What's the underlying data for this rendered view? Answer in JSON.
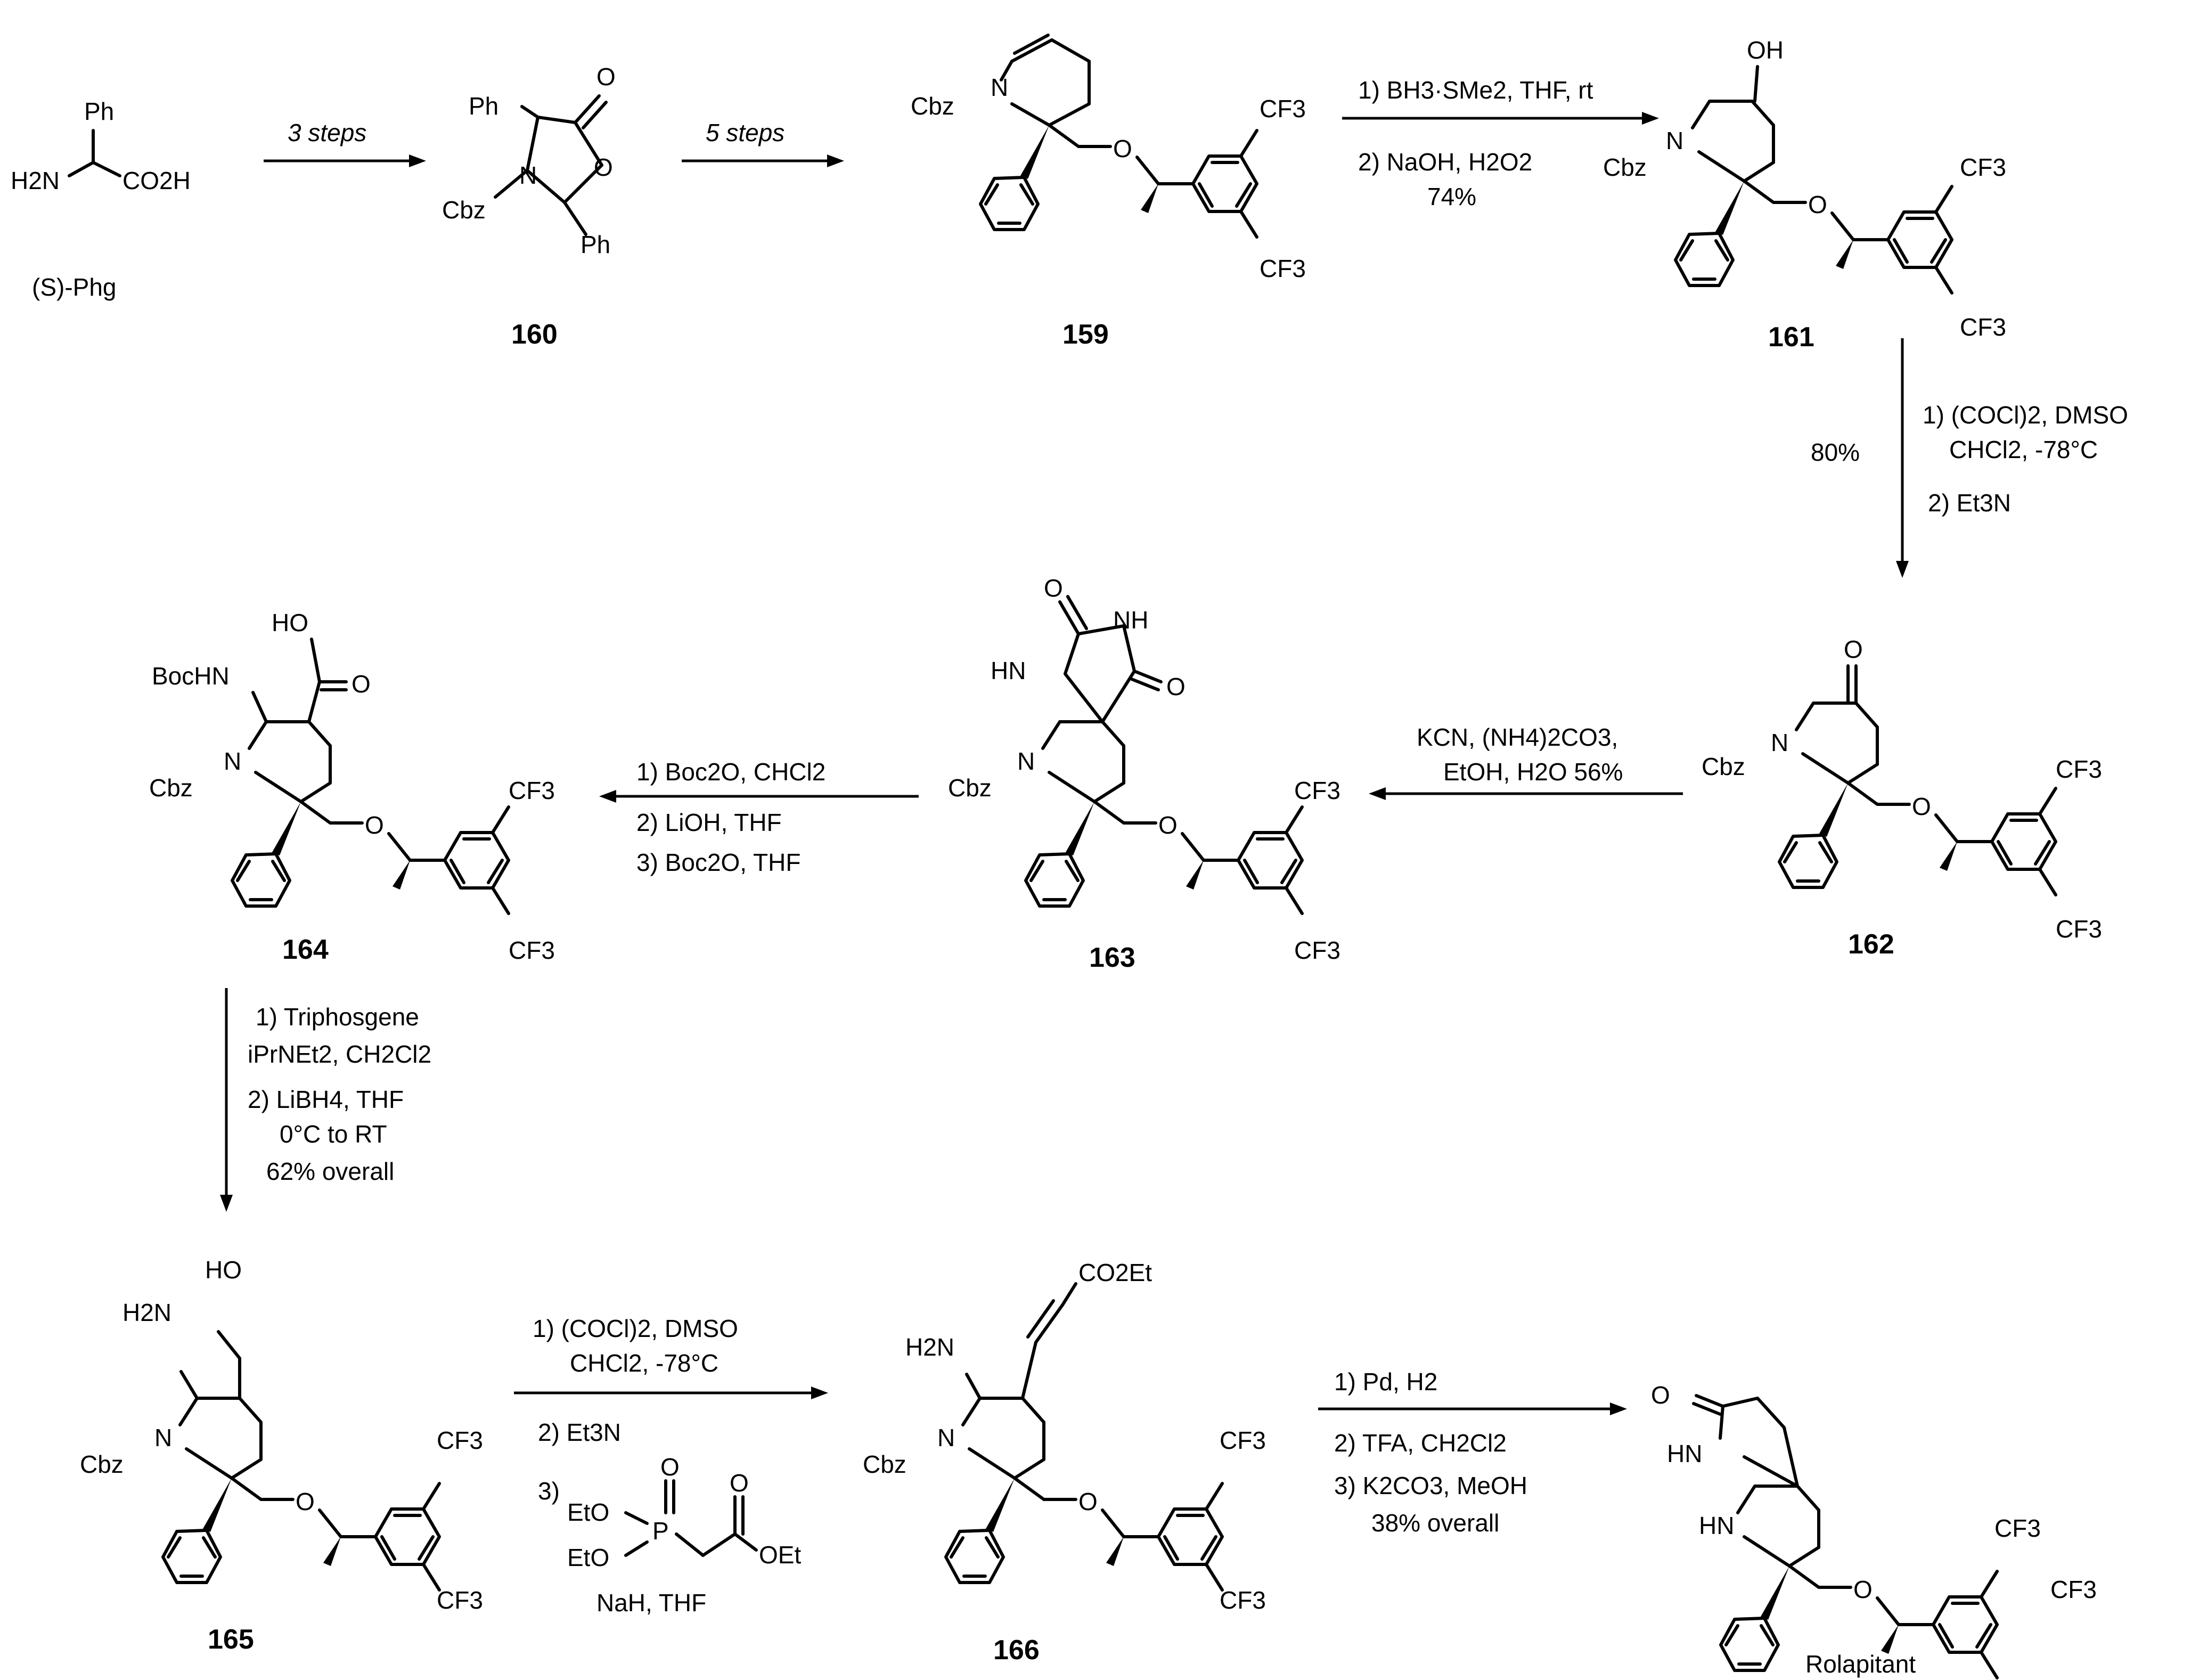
{
  "compounds": {
    "phg": {
      "atoms": [
        "Ph",
        "H2N",
        "CO2H"
      ],
      "name": "(S)-Phg"
    },
    "c160": {
      "atoms": [
        "O",
        "O",
        "N",
        "Ph",
        "Ph",
        "Cbz"
      ],
      "number": "160"
    },
    "c159": {
      "atoms": [
        "N",
        "Cbz",
        "O",
        "CF3",
        "CF3"
      ],
      "number": "159"
    },
    "c161": {
      "atoms": [
        "OH",
        "N",
        "Cbz",
        "O",
        "CF3",
        "CF3"
      ],
      "number": "161"
    },
    "c162": {
      "atoms": [
        "O",
        "N",
        "Cbz",
        "O",
        "CF3",
        "CF3"
      ],
      "number": "162"
    },
    "c163": {
      "atoms": [
        "O",
        "NH",
        "HN",
        "O",
        "N",
        "Cbz",
        "O",
        "CF3",
        "CF3"
      ],
      "number": "163"
    },
    "c164": {
      "atoms": [
        "HO",
        "O",
        "BocHN",
        "N",
        "Cbz",
        "O",
        "CF3",
        "CF3"
      ],
      "number": "164"
    },
    "c165": {
      "atoms": [
        "HO",
        "H2N",
        "N",
        "Cbz",
        "O",
        "CF3",
        "CF3"
      ],
      "number": "165"
    },
    "c166": {
      "atoms": [
        "CO2Et",
        "H2N",
        "N",
        "Cbz",
        "O",
        "CF3",
        "CF3"
      ],
      "number": "166"
    },
    "rola": {
      "atoms": [
        "O",
        "HN",
        "HN",
        "O",
        "CF3",
        "CF3"
      ],
      "name": "Rolapitant"
    }
  },
  "reagents": {
    "step1": [
      "3 steps"
    ],
    "step2": [
      "5 steps"
    ],
    "step3": [
      "1) BH3·SMe2, THF, rt",
      "2) NaOH, H2O2",
      "74%"
    ],
    "step4": [
      "1) (COCl)2, DMSO",
      "CHCl2, -78°C",
      "2) Et3N"
    ],
    "step4_yield": "80%",
    "step5": [
      "KCN, (NH4)2CO3,",
      "EtOH, H2O 56%"
    ],
    "step6": [
      "1) Boc2O, CHCl2",
      "2) LiOH, THF",
      "3) Boc2O, THF"
    ],
    "step7": [
      "1) Triphosgene",
      "iPrNEt2, CH2Cl2",
      "2) LiBH4, THF",
      "0°C to RT",
      "62% overall"
    ],
    "step8": [
      "1) (COCl)2, DMSO",
      "CHCl2, -78°C",
      "2) Et3N",
      "3)",
      "NaH, THF"
    ],
    "step8_hwe": [
      "EtO",
      "EtO",
      "P",
      "O",
      "O",
      "OEt"
    ],
    "step9": [
      "1) Pd, H2",
      "2) TFA, CH2Cl2",
      "3) K2CO3, MeOH",
      "38% overall"
    ]
  }
}
